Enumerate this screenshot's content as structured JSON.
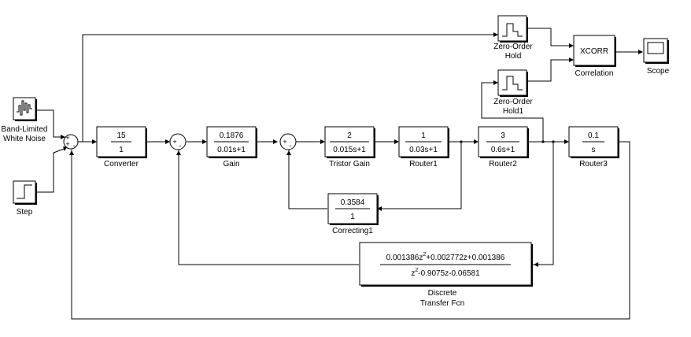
{
  "blocks": {
    "noise": {
      "label_line1": "Band-Limited",
      "label_line2": "White Noise"
    },
    "step": {
      "label": "Step"
    },
    "converter": {
      "num": "15",
      "den": "1",
      "label": "Converter"
    },
    "gain": {
      "num": "0.1876",
      "den": "0.01s+1",
      "label": "Gain"
    },
    "tristor": {
      "num": "2",
      "den": "0.015s+1",
      "label": "Tristor Gain"
    },
    "router1": {
      "num": "1",
      "den": "0.03s+1",
      "label": "Router1"
    },
    "router2": {
      "num": "3",
      "den": "0.6s+1",
      "label": "Router2"
    },
    "router3": {
      "num": "0.1",
      "den": "s",
      "label": "Router3"
    },
    "correcting1": {
      "num": "0.3584",
      "den": "1",
      "label": "Correcting1"
    },
    "dtf": {
      "num_a": "0.001386z",
      "num_a_exp": "2",
      "num_b": "+0.002772z+0.001386",
      "den_a": "z",
      "den_a_exp": "2",
      "den_b": "-0.9075z-0.06581",
      "label_line1": "Discrete",
      "label_line2": "Transfer Fcn"
    },
    "zoh": {
      "label_line1": "Zero-Order",
      "label_line2": "Hold"
    },
    "zoh1": {
      "label_line1": "Zero-Order",
      "label_line2": "Hold1"
    },
    "xcorr": {
      "text": "XCORR",
      "label": "Correlation"
    },
    "scope": {
      "label": "Scope"
    }
  },
  "sums": {
    "sum1": {
      "signs": [
        "+",
        "+",
        "-"
      ]
    },
    "sum2": {
      "signs": [
        "+",
        "-"
      ]
    },
    "sum3": {
      "signs": [
        "+",
        "-"
      ]
    }
  }
}
